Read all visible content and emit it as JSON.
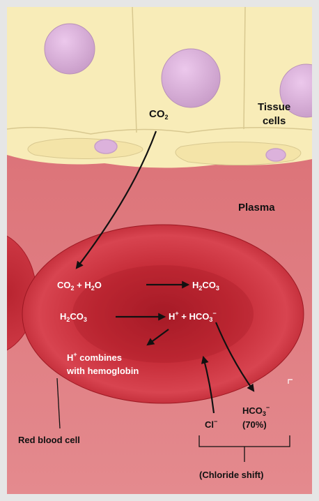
{
  "labels": {
    "tissue_cells": [
      "Tissue",
      "cells"
    ],
    "plasma": "Plasma",
    "red_blood_cell": "Red blood cell",
    "chloride_shift": "(Chloride shift)"
  },
  "formulas": {
    "co2_top": {
      "a": "CO",
      "b": "2"
    },
    "eq1_left": {
      "p1": "CO",
      "s1": "2",
      "p2": " + H",
      "s2": "2",
      "p3": "O"
    },
    "eq1_right": {
      "p1": "H",
      "s1": "2",
      "p2": "CO",
      "s2": "3"
    },
    "eq2_left": {
      "p1": "H",
      "s1": "2",
      "p2": "CO",
      "s2": "3"
    },
    "eq2_right": {
      "p1": "H",
      "sup1": "+",
      "p2": " + HCO",
      "s2": "3",
      "sup2": "−"
    },
    "hb_combine": {
      "p1": "H",
      "sup1": "+",
      "p2": " combines",
      "line2": "with hemoglobin"
    },
    "hco3_out": {
      "p1": "HCO",
      "s1": "3",
      "sup1": "−",
      "pct": "(70%)"
    },
    "cl_in": {
      "p1": "Cl",
      "sup1": "−"
    }
  },
  "colors": {
    "background": "#e6e6e6",
    "plasma": "#e07a80",
    "tissue": "#f8ecb8",
    "nucleus": "#dcb2dc",
    "rbc": "#cc2e3c",
    "rbc_center": "#a81c28",
    "arrow": "#111111"
  }
}
